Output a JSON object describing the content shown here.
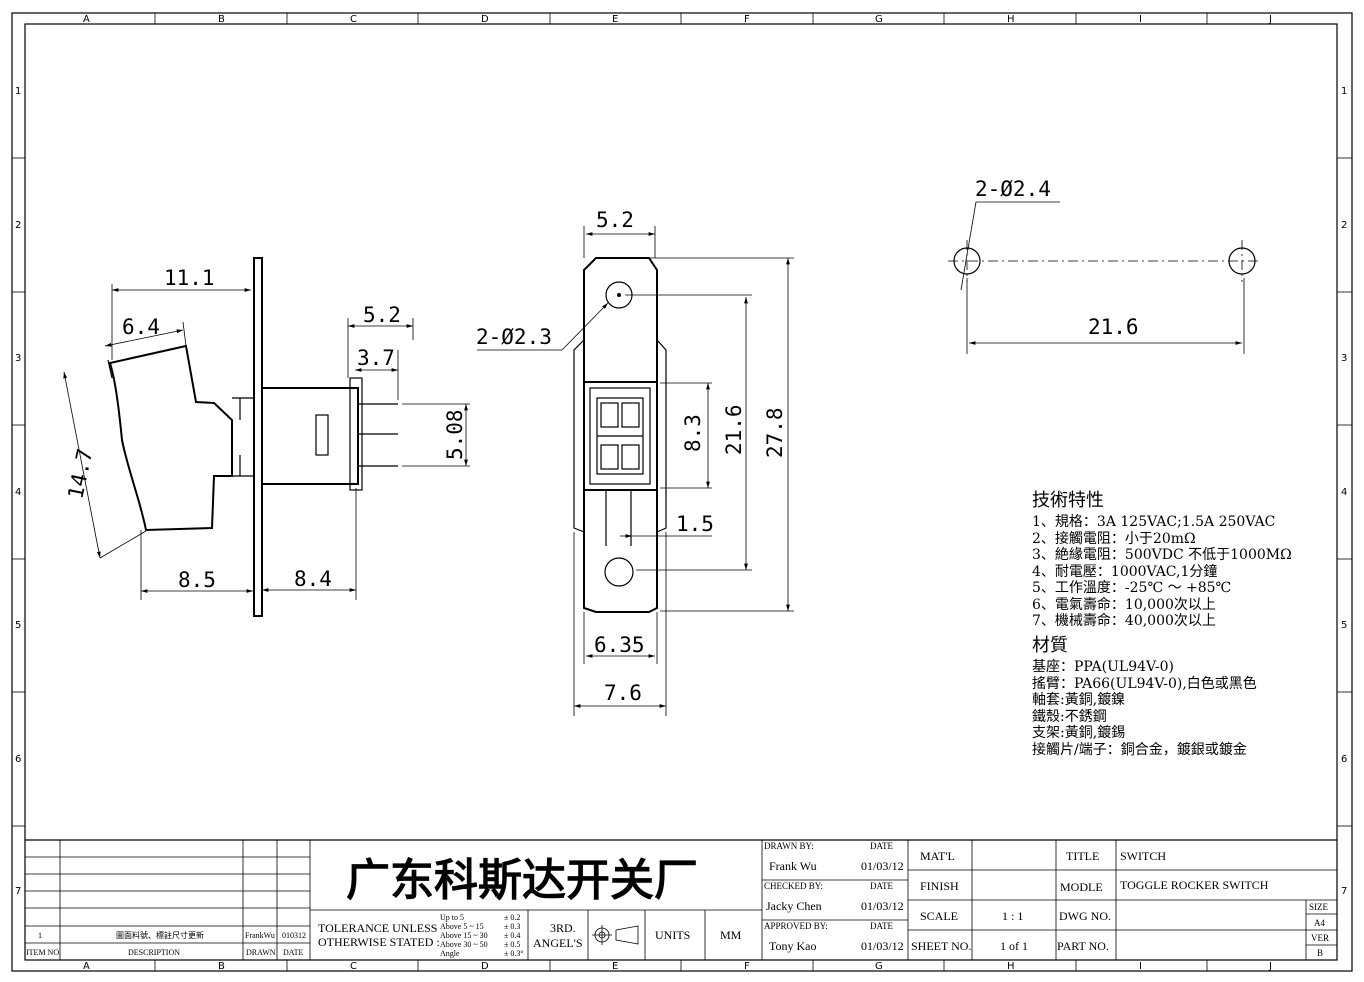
{
  "grid": {
    "columns": [
      "A",
      "B",
      "C",
      "D",
      "E",
      "F",
      "G",
      "H",
      "I",
      "J"
    ],
    "rows": [
      "1",
      "2",
      "3",
      "4",
      "5",
      "6",
      "7"
    ]
  },
  "side_view": {
    "dims": [
      "11.1",
      "6.4",
      "14.7",
      "8.5",
      "8.4",
      "5.2",
      "3.7",
      "5.08"
    ]
  },
  "front_view": {
    "dims": [
      "5.2",
      "2-Ø2.3",
      "8.3",
      "21.6",
      "27.8",
      "1.5",
      "6.35",
      "7.6"
    ]
  },
  "hole_view": {
    "dims": [
      "2-Ø2.4",
      "21.6"
    ]
  },
  "specs": {
    "title": "技術特性",
    "items": [
      "1、規格：3A 125VAC;1.5A 250VAC",
      "2、接觸電阻：小于20mΩ",
      "3、絶緣電阻：500VDC 不低于1000MΩ",
      "4、耐電壓：1000VAC,1分鐘",
      "5、工作溫度：-25℃ ～ +85℃",
      "6、電氣壽命：10,000次以上",
      "7、機械壽命：40,000次以上"
    ],
    "material_title": "材質",
    "materials": [
      "基座：PPA(UL94V-0)",
      "搖臂：PA66(UL94V-0),白色或黑色",
      "軸套:黃銅,鍍鎳",
      "鐵殼:不銹鋼",
      "支架:黃銅,鍍錫",
      "接觸片/端子：銅合金，鍍銀或鍍金"
    ]
  },
  "title_block": {
    "company": "广东科斯达开关厂",
    "revision": {
      "item_no": "1",
      "description": "圖面料號、標註尺寸更新",
      "drawn": "FrankWu",
      "date": "010312",
      "hdr_item": "ITEM NO.",
      "hdr_desc": "DESCRIPTION",
      "hdr_drawn": "DRAWN",
      "hdr_date": "DATE"
    },
    "tolerance_label_1": "TOLERANCE UNLESS",
    "tolerance_label_2": "OTHERWISE STATED :",
    "tolerance_ranges": [
      "Up  to  5",
      "Above 5  ~ 15",
      "Above 15 ~ 30",
      "Above 30 ~ 50",
      "Angle"
    ],
    "tolerance_values": [
      "± 0.2",
      "± 0.3",
      "± 0.4",
      "± 0.5",
      "± 0.3°"
    ],
    "projection_1": "3RD.",
    "projection_2": "ANGEL'S",
    "units_label": "UNITS",
    "units_value": "MM",
    "drawn_by_label": "DRAWN BY:",
    "drawn_by": "Frank Wu",
    "drawn_date": "01/03/12",
    "checked_by_label": "CHECKED BY:",
    "checked_by": "Jacky Chen",
    "checked_date": "01/03/12",
    "approved_by_label": "APPROVED BY:",
    "approved_by": "Tony Kao",
    "approved_date": "01/03/12",
    "date_label": "DATE",
    "matl_label": "MAT'L",
    "finish_label": "FINISH",
    "scale_label": "SCALE",
    "scale": "1 : 1",
    "sheet_label": "SHEET NO.",
    "sheet": "1 of 1",
    "title_label": "TITLE",
    "title": "SWITCH",
    "model_label": "MODLE",
    "model": "TOGGLE ROCKER SWITCH",
    "dwg_label": "DWG NO.",
    "part_label": "PART NO.",
    "size_label": "SIZE",
    "size": "A4",
    "ver_label": "VER",
    "ver": "B"
  }
}
